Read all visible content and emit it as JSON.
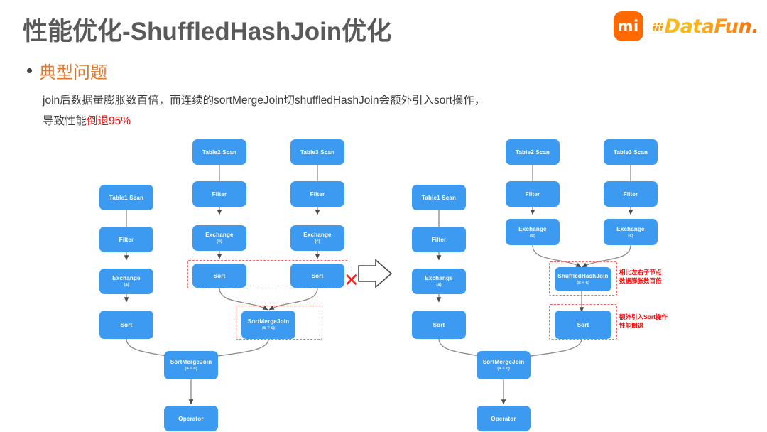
{
  "header": {
    "title": "性能优化-ShuffledHashJoin优化",
    "logo_mi": "mi-logo",
    "logo_datafun": "DataFun."
  },
  "section": {
    "bullet_label": "典型问题",
    "paragraph_line1": "join后数据量膨胀数百倍，而连续的sortMergeJoin切shuffledHashJoin会额外引入sort操作，",
    "paragraph_line2_prefix": "导致性能",
    "paragraph_line2_highlight": "倒退95%",
    "highlight_color": "#FF0000",
    "bullet_color": "#E2762C"
  },
  "diagram": {
    "node_fill": "#3C9BF0",
    "dashed_color": "#F06A6A",
    "left_plan": {
      "title_key": "before",
      "nodes": [
        {
          "id": "l-t1",
          "label": "Table1 Scan",
          "sub": ""
        },
        {
          "id": "l-f1",
          "label": "Filter",
          "sub": ""
        },
        {
          "id": "l-e1",
          "label": "Exchange",
          "sub": "(a)"
        },
        {
          "id": "l-s1",
          "label": "Sort",
          "sub": ""
        },
        {
          "id": "l-t2",
          "label": "Table2 Scan",
          "sub": ""
        },
        {
          "id": "l-f2",
          "label": "Filter",
          "sub": ""
        },
        {
          "id": "l-e2",
          "label": "Exchange",
          "sub": "(b)"
        },
        {
          "id": "l-s2",
          "label": "Sort",
          "sub": ""
        },
        {
          "id": "l-t3",
          "label": "Table3 Scan",
          "sub": ""
        },
        {
          "id": "l-f3",
          "label": "Filter",
          "sub": ""
        },
        {
          "id": "l-e3",
          "label": "Exchange",
          "sub": "(c)"
        },
        {
          "id": "l-s3",
          "label": "Sort",
          "sub": ""
        },
        {
          "id": "l-smj-bc",
          "label": "SortMergeJoin",
          "sub": "(b = c)"
        },
        {
          "id": "l-smj-ac",
          "label": "SortMergeJoin",
          "sub": "(a = c)"
        },
        {
          "id": "l-op",
          "label": "Operator",
          "sub": ""
        }
      ],
      "marker_x": "✕"
    },
    "right_plan": {
      "title_key": "after",
      "nodes": [
        {
          "id": "r-t1",
          "label": "Table1 Scan",
          "sub": ""
        },
        {
          "id": "r-f1",
          "label": "Filter",
          "sub": ""
        },
        {
          "id": "r-e1",
          "label": "Exchange",
          "sub": "(a)"
        },
        {
          "id": "r-s1",
          "label": "Sort",
          "sub": ""
        },
        {
          "id": "r-t2",
          "label": "Table2 Scan",
          "sub": ""
        },
        {
          "id": "r-f2",
          "label": "Filter",
          "sub": ""
        },
        {
          "id": "r-e2",
          "label": "Exchange",
          "sub": "(b)"
        },
        {
          "id": "r-t3",
          "label": "Table3 Scan",
          "sub": ""
        },
        {
          "id": "r-f3",
          "label": "Filter",
          "sub": ""
        },
        {
          "id": "r-e3",
          "label": "Exchange",
          "sub": "(c)"
        },
        {
          "id": "r-shj",
          "label": "ShuffledHashJoin",
          "sub": "(b = c)"
        },
        {
          "id": "r-s3",
          "label": "Sort",
          "sub": ""
        },
        {
          "id": "r-smj-ac",
          "label": "SortMergeJoin",
          "sub": "(a = c)"
        },
        {
          "id": "r-op",
          "label": "Operator",
          "sub": ""
        }
      ],
      "annotations": [
        {
          "id": "an1",
          "line1": "相比左右子节点",
          "line2": "数据膨胀数百倍"
        },
        {
          "id": "an2",
          "line1": "额外引入Sort操作",
          "line2": "性能倒退"
        }
      ]
    },
    "transform_arrow": "arrow-right"
  }
}
